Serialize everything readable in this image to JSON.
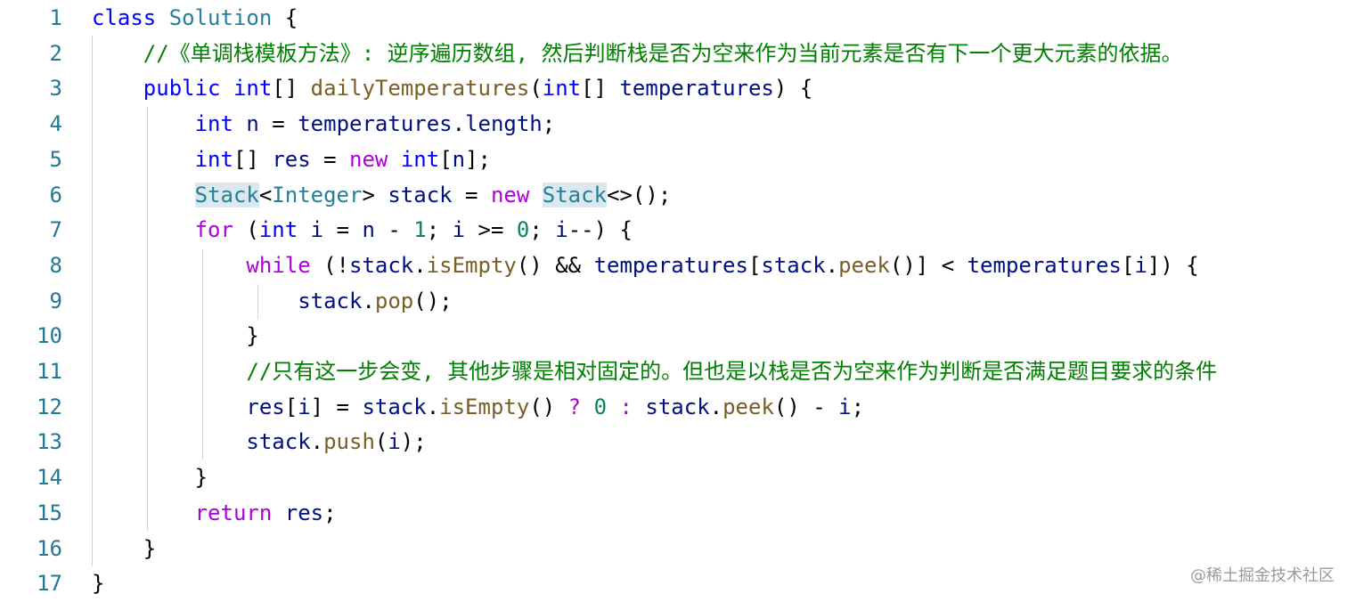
{
  "editor": {
    "line_numbers": [
      "1",
      "2",
      "3",
      "4",
      "5",
      "6",
      "7",
      "8",
      "9",
      "10",
      "11",
      "12",
      "13",
      "14",
      "15",
      "16",
      "17"
    ],
    "lines": [
      [
        {
          "t": "class",
          "c": "kw"
        },
        {
          "t": " "
        },
        {
          "t": "Solution",
          "c": "type"
        },
        {
          "t": " {"
        }
      ],
      [
        {
          "t": "    "
        },
        {
          "t": "//《单调栈模板方法》: 逆序遍历数组, 然后判断栈是否为空来作为当前元素是否有下一个更大元素的依据。",
          "c": "cmt"
        }
      ],
      [
        {
          "t": "    "
        },
        {
          "t": "public",
          "c": "kw"
        },
        {
          "t": " "
        },
        {
          "t": "int",
          "c": "kw"
        },
        {
          "t": "[] "
        },
        {
          "t": "dailyTemperatures",
          "c": "fn"
        },
        {
          "t": "("
        },
        {
          "t": "int",
          "c": "kw"
        },
        {
          "t": "[] "
        },
        {
          "t": "temperatures",
          "c": "var"
        },
        {
          "t": ") {"
        }
      ],
      [
        {
          "t": "        "
        },
        {
          "t": "int",
          "c": "kw"
        },
        {
          "t": " "
        },
        {
          "t": "n",
          "c": "var"
        },
        {
          "t": " = "
        },
        {
          "t": "temperatures",
          "c": "var"
        },
        {
          "t": "."
        },
        {
          "t": "length",
          "c": "var"
        },
        {
          "t": ";"
        }
      ],
      [
        {
          "t": "        "
        },
        {
          "t": "int",
          "c": "kw"
        },
        {
          "t": "[] "
        },
        {
          "t": "res",
          "c": "var"
        },
        {
          "t": " = "
        },
        {
          "t": "new",
          "c": "ctl"
        },
        {
          "t": " "
        },
        {
          "t": "int",
          "c": "kw"
        },
        {
          "t": "["
        },
        {
          "t": "n",
          "c": "var"
        },
        {
          "t": "];"
        }
      ],
      [
        {
          "t": "        "
        },
        {
          "t": "Stack",
          "c": "type hl"
        },
        {
          "t": "<"
        },
        {
          "t": "Integer",
          "c": "type"
        },
        {
          "t": "> "
        },
        {
          "t": "stack",
          "c": "var"
        },
        {
          "t": " = "
        },
        {
          "t": "new",
          "c": "ctl"
        },
        {
          "t": " "
        },
        {
          "t": "Stack",
          "c": "type hl"
        },
        {
          "t": "<>();"
        }
      ],
      [
        {
          "t": "        "
        },
        {
          "t": "for",
          "c": "ctl"
        },
        {
          "t": " ("
        },
        {
          "t": "int",
          "c": "kw"
        },
        {
          "t": " "
        },
        {
          "t": "i",
          "c": "var"
        },
        {
          "t": " = "
        },
        {
          "t": "n",
          "c": "var"
        },
        {
          "t": " - "
        },
        {
          "t": "1",
          "c": "num"
        },
        {
          "t": "; "
        },
        {
          "t": "i",
          "c": "var"
        },
        {
          "t": " >= "
        },
        {
          "t": "0",
          "c": "num"
        },
        {
          "t": "; "
        },
        {
          "t": "i",
          "c": "var"
        },
        {
          "t": "--) {"
        }
      ],
      [
        {
          "t": "            "
        },
        {
          "t": "while",
          "c": "ctl"
        },
        {
          "t": " (!"
        },
        {
          "t": "stack",
          "c": "var"
        },
        {
          "t": "."
        },
        {
          "t": "isEmpty",
          "c": "fn"
        },
        {
          "t": "() && "
        },
        {
          "t": "temperatures",
          "c": "var"
        },
        {
          "t": "["
        },
        {
          "t": "stack",
          "c": "var"
        },
        {
          "t": "."
        },
        {
          "t": "peek",
          "c": "fn"
        },
        {
          "t": "()] < "
        },
        {
          "t": "temperatures",
          "c": "var"
        },
        {
          "t": "["
        },
        {
          "t": "i",
          "c": "var"
        },
        {
          "t": "]) {"
        }
      ],
      [
        {
          "t": "                "
        },
        {
          "t": "stack",
          "c": "var"
        },
        {
          "t": "."
        },
        {
          "t": "pop",
          "c": "fn"
        },
        {
          "t": "();"
        }
      ],
      [
        {
          "t": "            }"
        }
      ],
      [
        {
          "t": "            "
        },
        {
          "t": "//只有这一步会变, 其他步骤是相对固定的。但也是以栈是否为空来作为判断是否满足题目要求的条件",
          "c": "cmt"
        }
      ],
      [
        {
          "t": "            "
        },
        {
          "t": "res",
          "c": "var"
        },
        {
          "t": "["
        },
        {
          "t": "i",
          "c": "var"
        },
        {
          "t": "] = "
        },
        {
          "t": "stack",
          "c": "var"
        },
        {
          "t": "."
        },
        {
          "t": "isEmpty",
          "c": "fn"
        },
        {
          "t": "() "
        },
        {
          "t": "?",
          "c": "ctl"
        },
        {
          "t": " "
        },
        {
          "t": "0",
          "c": "num"
        },
        {
          "t": " "
        },
        {
          "t": ":",
          "c": "ctl"
        },
        {
          "t": " "
        },
        {
          "t": "stack",
          "c": "var"
        },
        {
          "t": "."
        },
        {
          "t": "peek",
          "c": "fn"
        },
        {
          "t": "() - "
        },
        {
          "t": "i",
          "c": "var"
        },
        {
          "t": ";"
        }
      ],
      [
        {
          "t": "            "
        },
        {
          "t": "stack",
          "c": "var"
        },
        {
          "t": "."
        },
        {
          "t": "push",
          "c": "fn"
        },
        {
          "t": "("
        },
        {
          "t": "i",
          "c": "var"
        },
        {
          "t": ");"
        }
      ],
      [
        {
          "t": "        }"
        }
      ],
      [
        {
          "t": "        "
        },
        {
          "t": "return",
          "c": "ctl"
        },
        {
          "t": " "
        },
        {
          "t": "res",
          "c": "var"
        },
        {
          "t": ";"
        }
      ],
      [
        {
          "t": "    }"
        }
      ],
      [
        {
          "t": "}"
        }
      ]
    ]
  },
  "watermark": "@稀土掘金技术社区",
  "colors": {
    "keyword": "#0000ff",
    "control": "#af00db",
    "type": "#267f99",
    "variable": "#001080",
    "function": "#795e26",
    "number": "#098658",
    "comment": "#008000",
    "line_number": "#237893"
  }
}
